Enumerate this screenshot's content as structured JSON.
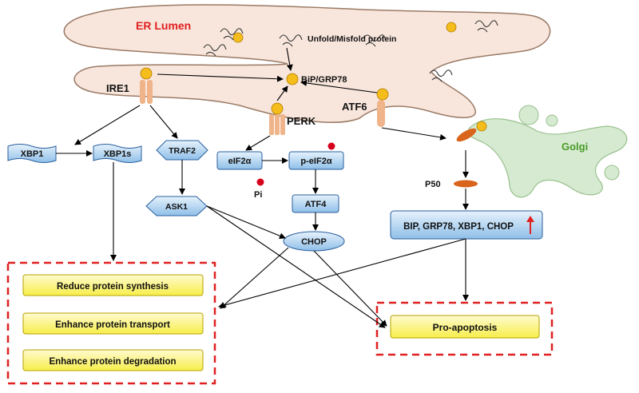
{
  "labels": {
    "er_lumen": "ER Lumen",
    "unfolded_protein": "Unfold/Misfold protein",
    "bip": "BiP/GRP78",
    "ire1": "IRE1",
    "perk": "PERK",
    "atf6": "ATF6",
    "golgi": "Golgi",
    "xbp1": "XBP1",
    "xbp1s": "XBP1s",
    "traf2": "TRAF2",
    "ask1": "ASK1",
    "eif2a": "eIF2α",
    "p_eif2a": "p-eIF2α",
    "pi": "Pi",
    "atf4": "ATF4",
    "chop": "CHOP",
    "p50": "P50",
    "targets": "BIP, GRP78, XBP1, CHOP"
  },
  "outcomes": {
    "adaptive": [
      "Reduce protein synthesis",
      "Enhance protein transport",
      "Enhance protein degradation"
    ],
    "apoptosis": "Pro-apoptosis"
  },
  "colors": {
    "er_fill": "#f8e6dc",
    "er_stroke": "#9a7a66",
    "receptor": "#f0b48a",
    "ball": "#f5bd1c",
    "golgi": "#d5ead0",
    "outcome_box": "#fbf57a",
    "dashed_border": "#e02020",
    "node_blue": "#bcdaf2",
    "node_stroke": "#2a5f9e",
    "er_lumen_text": "#e02020",
    "golgi_text": "#4a9a2a",
    "up_arrow": "#e02020"
  }
}
